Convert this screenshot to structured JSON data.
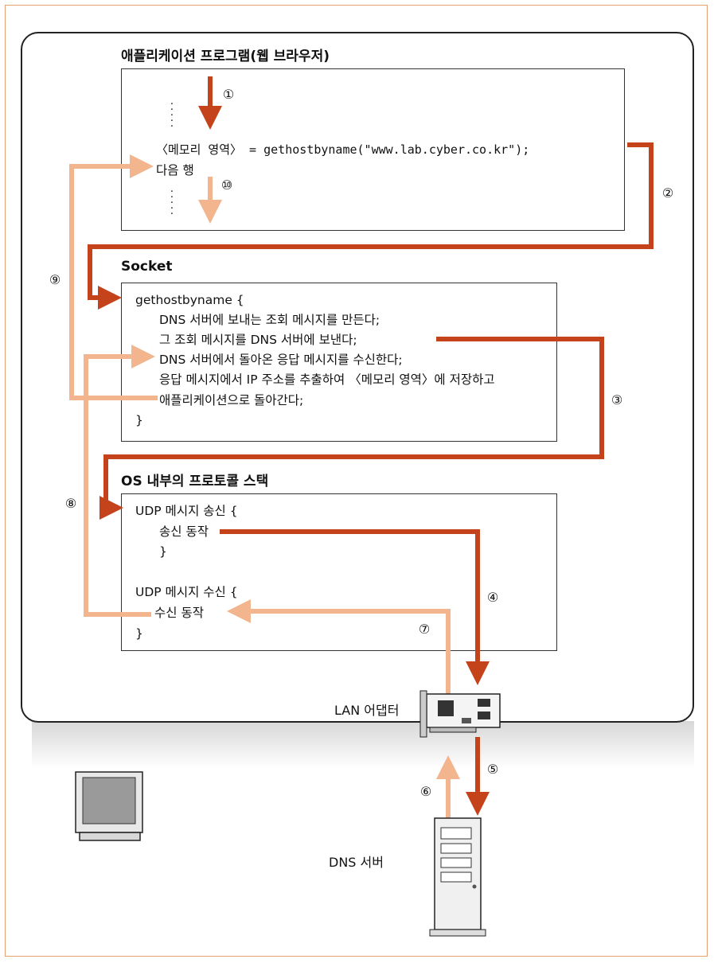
{
  "colors": {
    "dark_arrow": "#c4431a",
    "light_arrow": "#f2b58e",
    "frame": "#e8a070"
  },
  "app": {
    "title": "애플리케이션 프로그램(웹 브라우저)",
    "code_line": "〈메모리 영역〉 = gethostbyname(\"www.lab.cyber.co.kr\");",
    "next_line": "다음 행"
  },
  "socket": {
    "title": "Socket",
    "lines": [
      "gethostbyname {",
      "DNS 서버에 보내는 조회 메시지를 만든다;",
      "그 조회 메시지를 DNS 서버에 보낸다;",
      "DNS 서버에서 돌아온 응답 메시지를 수신한다;",
      "응답 메시지에서 IP 주소를 추출하여 〈메모리 영역〉에 저장하고",
      "애플리케이션으로 돌아간다;",
      "}"
    ]
  },
  "os": {
    "title": "OS 내부의 프로토콜 스택",
    "lines": [
      "UDP 메시지 송신 {",
      "송신 동작",
      "}",
      "UDP 메시지 수신 {",
      "수신 동작",
      "}"
    ]
  },
  "steps": [
    "①",
    "②",
    "③",
    "④",
    "⑤",
    "⑥",
    "⑦",
    "⑧",
    "⑨",
    "⑩"
  ],
  "labels": {
    "lan": "LAN 어댑터",
    "dns": "DNS 서버"
  },
  "icons": {
    "computer": "computer-monitor-icon",
    "server": "server-tower-icon",
    "nic": "network-card-icon"
  }
}
